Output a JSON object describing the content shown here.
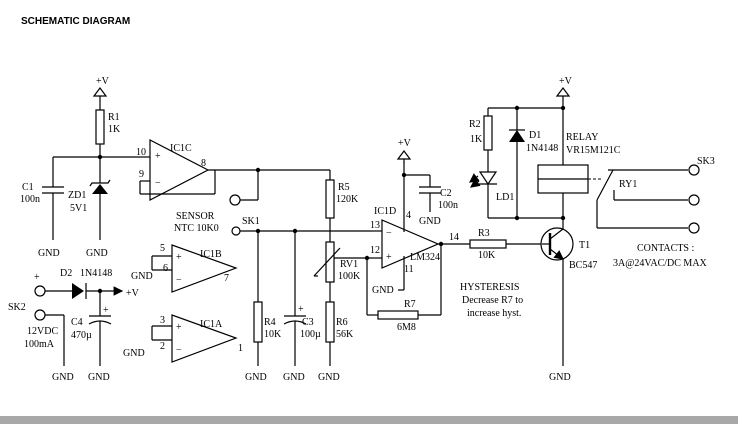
{
  "title": "SCHEMATIC DIAGRAM",
  "supply": {
    "vplus": "+V",
    "gnd": "GND",
    "plus": "+"
  },
  "components": {
    "r1": {
      "ref": "R1",
      "value": "1K"
    },
    "r2": {
      "ref": "R2",
      "value": "1K"
    },
    "r3": {
      "ref": "R3",
      "value": "10K"
    },
    "r4": {
      "ref": "R4",
      "value": "10K"
    },
    "r5": {
      "ref": "R5",
      "value": "120K"
    },
    "r6": {
      "ref": "R6",
      "value": "56K"
    },
    "r7": {
      "ref": "R7",
      "value": "6M8"
    },
    "rv1": {
      "ref": "RV1",
      "value": "100K"
    },
    "c1": {
      "ref": "C1",
      "value": "100n"
    },
    "c2": {
      "ref": "C2",
      "value": "100n"
    },
    "c3": {
      "ref": "C3",
      "value": "100µ"
    },
    "c4": {
      "ref": "C4",
      "value": "470µ"
    },
    "zd1": {
      "ref": "ZD1",
      "value": "5V1"
    },
    "d1": {
      "ref": "D1",
      "value": "1N4148"
    },
    "d2": {
      "ref": "D2",
      "value": "1N4148"
    },
    "ld1": {
      "ref": "LD1"
    },
    "t1": {
      "ref": "T1",
      "value": "BC547"
    },
    "ic1a": {
      "ref": "IC1A"
    },
    "ic1b": {
      "ref": "IC1B"
    },
    "ic1c": {
      "ref": "IC1C"
    },
    "ic1d": {
      "ref": "IC1D",
      "part": "LM324"
    },
    "ry1": {
      "ref": "RY1"
    },
    "relay": {
      "label": "RELAY",
      "part": "VR15M121C"
    },
    "sk1": {
      "ref": "SK1",
      "sensor_line1": "SENSOR",
      "sensor_line2": "NTC 10K0"
    },
    "sk2": {
      "ref": "SK2",
      "rating_line1": "12VDC",
      "rating_line2": "100mA"
    },
    "sk3": {
      "ref": "SK3"
    }
  },
  "pins": {
    "ic1c_in_plus": "10",
    "ic1c_in_minus": "9",
    "ic1c_out": "8",
    "ic1b_in_plus": "5",
    "ic1b_in_minus": "6",
    "ic1b_out": "7",
    "ic1a_in_plus": "3",
    "ic1a_in_minus": "2",
    "ic1a_out": "1",
    "ic1d_in_plus": "13",
    "ic1d_in_minus": "12",
    "ic1d_out": "14",
    "ic1d_vcc": "4",
    "ic1d_gnd": "11"
  },
  "notes": {
    "hysteresis_title": "HYSTERESIS",
    "hysteresis_line1": "Decrease R7 to",
    "hysteresis_line2": "increase hyst.",
    "contacts_title": "CONTACTS :",
    "contacts_rating": "3A@24VAC/DC MAX"
  }
}
